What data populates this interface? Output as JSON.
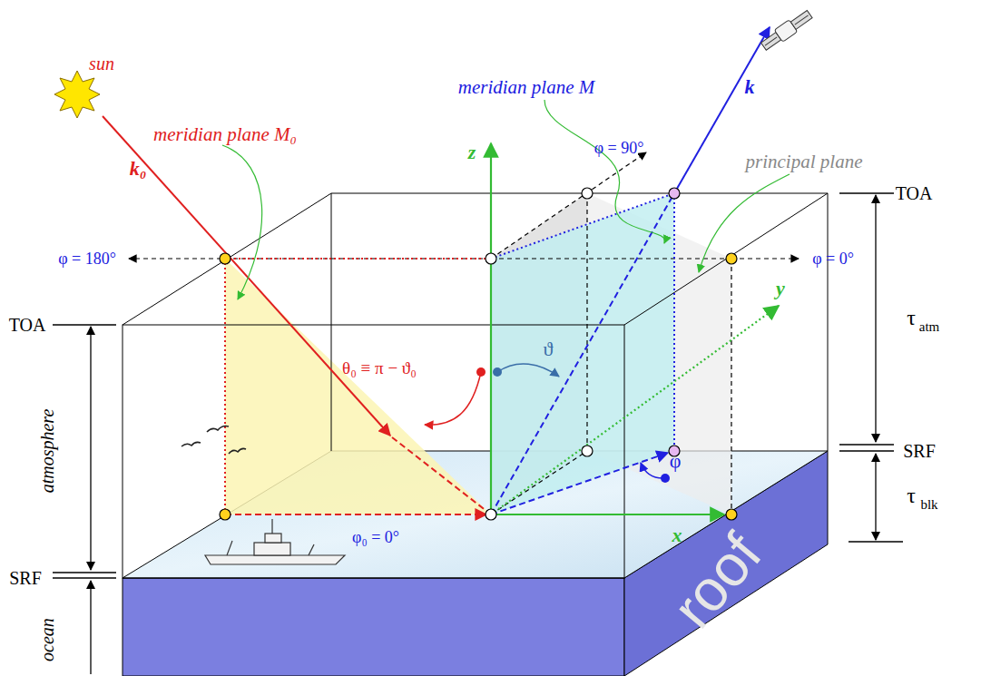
{
  "diagram": {
    "labels": [
      "sun",
      "k₀",
      "meridian plane M₀",
      "meridian plane M",
      "principal plane",
      "k",
      "z",
      "y",
      "x",
      "φ = 180°",
      "φ = 90°",
      "φ = 0°",
      "TOA",
      "TOA",
      "τ",
      "atm",
      "SRF",
      "τ",
      "blk",
      "SRF",
      "atmosphere",
      "ocean",
      "θ₀ ≡ π − ϑ₀",
      "ϑ",
      "φ",
      "φ₀ = 0°",
      "roof"
    ]
  }
}
